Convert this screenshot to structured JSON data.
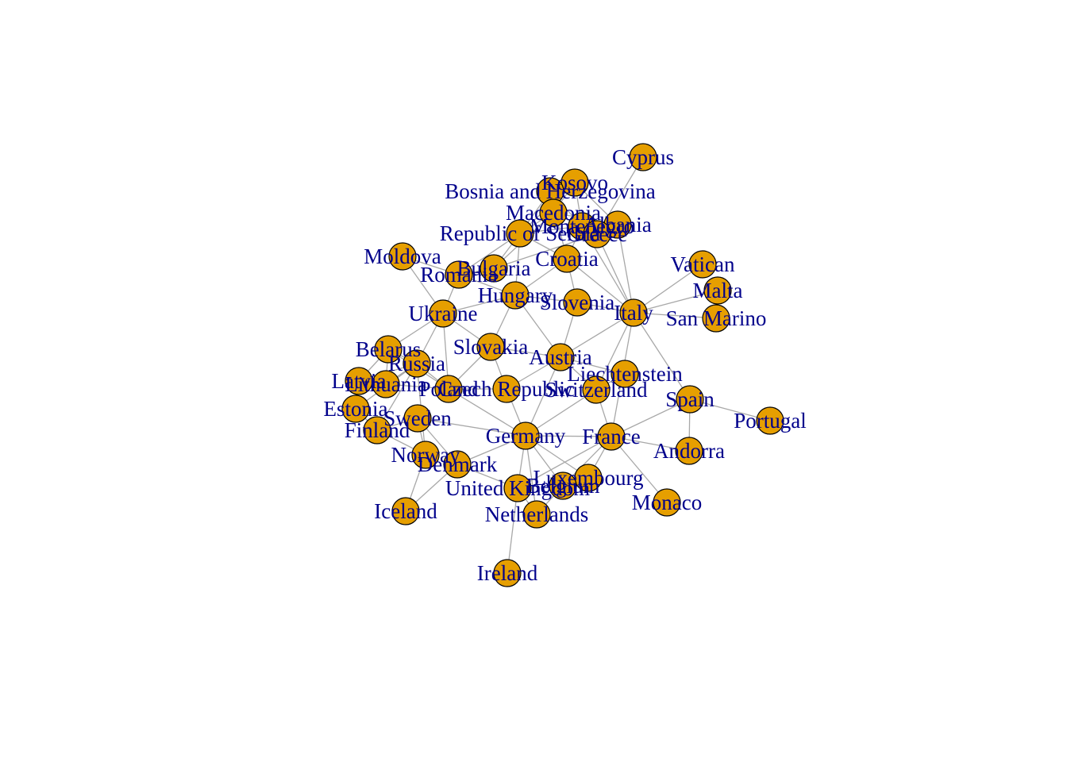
{
  "diagram": {
    "type": "network",
    "colors": {
      "node_fill": "#e69f00",
      "node_stroke": "#000000",
      "edge": "#a8a8a8",
      "label": "#00008b"
    },
    "nodes": [
      {
        "id": "Cyprus",
        "label": "Cyprus"
      },
      {
        "id": "Kosovo",
        "label": "Kosovo"
      },
      {
        "id": "Bosnia and Herzegovina",
        "label": "Bosnia and Herzegovina"
      },
      {
        "id": "Macedonia",
        "label": "Macedonia"
      },
      {
        "id": "Montenegro",
        "label": "Montenegro"
      },
      {
        "id": "Albania",
        "label": "Albania"
      },
      {
        "id": "Greece",
        "label": "Greece"
      },
      {
        "id": "Republic of Serbia",
        "label": "Republic of Serbia"
      },
      {
        "id": "Moldova",
        "label": "Moldova"
      },
      {
        "id": "Croatia",
        "label": "Croatia"
      },
      {
        "id": "Bulgaria",
        "label": "Bulgaria"
      },
      {
        "id": "Romania",
        "label": "Romania"
      },
      {
        "id": "Vatican",
        "label": "Vatican"
      },
      {
        "id": "Malta",
        "label": "Malta"
      },
      {
        "id": "Hungary",
        "label": "Hungary"
      },
      {
        "id": "Slovenia",
        "label": "Slovenia"
      },
      {
        "id": "Italy",
        "label": "Italy"
      },
      {
        "id": "San Marino",
        "label": "San Marino"
      },
      {
        "id": "Ukraine",
        "label": "Ukraine"
      },
      {
        "id": "Slovakia",
        "label": "Slovakia"
      },
      {
        "id": "Belarus",
        "label": "Belarus"
      },
      {
        "id": "Austria",
        "label": "Austria"
      },
      {
        "id": "Russia",
        "label": "Russia"
      },
      {
        "id": "Liechtenstein",
        "label": "Liechtenstein"
      },
      {
        "id": "Latvia",
        "label": "Latvia"
      },
      {
        "id": "Lithuania",
        "label": "Lithuania"
      },
      {
        "id": "Poland",
        "label": "Poland"
      },
      {
        "id": "Czech Republic",
        "label": "Czech Republic"
      },
      {
        "id": "Switzerland",
        "label": "Switzerland"
      },
      {
        "id": "Spain",
        "label": "Spain"
      },
      {
        "id": "Estonia",
        "label": "Estonia"
      },
      {
        "id": "Portugal",
        "label": "Portugal"
      },
      {
        "id": "Sweden",
        "label": "Sweden"
      },
      {
        "id": "Finland",
        "label": "Finland"
      },
      {
        "id": "Germany",
        "label": "Germany"
      },
      {
        "id": "France",
        "label": "France"
      },
      {
        "id": "Andorra",
        "label": "Andorra"
      },
      {
        "id": "Norway",
        "label": "Norway"
      },
      {
        "id": "Denmark",
        "label": "Denmark"
      },
      {
        "id": "Luxembourg",
        "label": "Luxembourg"
      },
      {
        "id": "Belgium",
        "label": "Belgium"
      },
      {
        "id": "United Kingdom",
        "label": "United Kingdom"
      },
      {
        "id": "Monaco",
        "label": "Monaco"
      },
      {
        "id": "Iceland",
        "label": "Iceland"
      },
      {
        "id": "Netherlands",
        "label": "Netherlands"
      },
      {
        "id": "Ireland",
        "label": "Ireland"
      }
    ],
    "edges": [
      [
        "Cyprus",
        "Greece"
      ],
      [
        "Greece",
        "Albania"
      ],
      [
        "Greece",
        "Macedonia"
      ],
      [
        "Greece",
        "Bulgaria"
      ],
      [
        "Greece",
        "Italy"
      ],
      [
        "Albania",
        "Montenegro"
      ],
      [
        "Albania",
        "Macedonia"
      ],
      [
        "Albania",
        "Kosovo"
      ],
      [
        "Albania",
        "Italy"
      ],
      [
        "Kosovo",
        "Montenegro"
      ],
      [
        "Kosovo",
        "Republic of Serbia"
      ],
      [
        "Kosovo",
        "Macedonia"
      ],
      [
        "Macedonia",
        "Republic of Serbia"
      ],
      [
        "Macedonia",
        "Bulgaria"
      ],
      [
        "Montenegro",
        "Bosnia and Herzegovina"
      ],
      [
        "Montenegro",
        "Croatia"
      ],
      [
        "Montenegro",
        "Republic of Serbia"
      ],
      [
        "Montenegro",
        "Italy"
      ],
      [
        "Bosnia and Herzegovina",
        "Croatia"
      ],
      [
        "Bosnia and Herzegovina",
        "Republic of Serbia"
      ],
      [
        "Republic of Serbia",
        "Croatia"
      ],
      [
        "Republic of Serbia",
        "Hungary"
      ],
      [
        "Republic of Serbia",
        "Romania"
      ],
      [
        "Republic of Serbia",
        "Bulgaria"
      ],
      [
        "Croatia",
        "Slovenia"
      ],
      [
        "Croatia",
        "Hungary"
      ],
      [
        "Croatia",
        "Italy"
      ],
      [
        "Bulgaria",
        "Romania"
      ],
      [
        "Romania",
        "Moldova"
      ],
      [
        "Romania",
        "Ukraine"
      ],
      [
        "Romania",
        "Hungary"
      ],
      [
        "Moldova",
        "Ukraine"
      ],
      [
        "Hungary",
        "Slovakia"
      ],
      [
        "Hungary",
        "Austria"
      ],
      [
        "Hungary",
        "Slovenia"
      ],
      [
        "Hungary",
        "Ukraine"
      ],
      [
        "Slovenia",
        "Austria"
      ],
      [
        "Slovenia",
        "Italy"
      ],
      [
        "Italy",
        "Vatican"
      ],
      [
        "Italy",
        "San Marino"
      ],
      [
        "Italy",
        "Malta"
      ],
      [
        "Italy",
        "Austria"
      ],
      [
        "Italy",
        "Switzerland"
      ],
      [
        "Italy",
        "France"
      ],
      [
        "Italy",
        "Spain"
      ],
      [
        "Ukraine",
        "Slovakia"
      ],
      [
        "Ukraine",
        "Poland"
      ],
      [
        "Ukraine",
        "Belarus"
      ],
      [
        "Ukraine",
        "Russia"
      ],
      [
        "Slovakia",
        "Poland"
      ],
      [
        "Slovakia",
        "Czech Republic"
      ],
      [
        "Slovakia",
        "Austria"
      ],
      [
        "Belarus",
        "Russia"
      ],
      [
        "Belarus",
        "Poland"
      ],
      [
        "Belarus",
        "Lithuania"
      ],
      [
        "Belarus",
        "Latvia"
      ],
      [
        "Russia",
        "Latvia"
      ],
      [
        "Russia",
        "Estonia"
      ],
      [
        "Russia",
        "Finland"
      ],
      [
        "Russia",
        "Lithuania"
      ],
      [
        "Russia",
        "Poland"
      ],
      [
        "Russia",
        "Norway"
      ],
      [
        "Latvia",
        "Lithuania"
      ],
      [
        "Latvia",
        "Estonia"
      ],
      [
        "Lithuania",
        "Poland"
      ],
      [
        "Estonia",
        "Finland"
      ],
      [
        "Finland",
        "Sweden"
      ],
      [
        "Finland",
        "Norway"
      ],
      [
        "Sweden",
        "Norway"
      ],
      [
        "Sweden",
        "Denmark"
      ],
      [
        "Norway",
        "Iceland"
      ],
      [
        "Denmark",
        "Iceland"
      ],
      [
        "Poland",
        "Czech Republic"
      ],
      [
        "Poland",
        "Germany"
      ],
      [
        "Czech Republic",
        "Germany"
      ],
      [
        "Czech Republic",
        "Austria"
      ],
      [
        "Austria",
        "Germany"
      ],
      [
        "Austria",
        "Switzerland"
      ],
      [
        "Austria",
        "Liechtenstein"
      ],
      [
        "Liechtenstein",
        "Switzerland"
      ],
      [
        "Switzerland",
        "Germany"
      ],
      [
        "Switzerland",
        "France"
      ],
      [
        "Germany",
        "France"
      ],
      [
        "Germany",
        "Denmark"
      ],
      [
        "Germany",
        "Netherlands"
      ],
      [
        "Germany",
        "Belgium"
      ],
      [
        "Germany",
        "Luxembourg"
      ],
      [
        "Germany",
        "United Kingdom"
      ],
      [
        "Germany",
        "Sweden"
      ],
      [
        "France",
        "Spain"
      ],
      [
        "France",
        "Andorra"
      ],
      [
        "France",
        "Monaco"
      ],
      [
        "France",
        "Belgium"
      ],
      [
        "France",
        "Luxembourg"
      ],
      [
        "France",
        "United Kingdom"
      ],
      [
        "Spain",
        "Andorra"
      ],
      [
        "Spain",
        "Portugal"
      ],
      [
        "Belgium",
        "Netherlands"
      ],
      [
        "Belgium",
        "Luxembourg"
      ],
      [
        "United Kingdom",
        "Ireland"
      ],
      [
        "United Kingdom",
        "Netherlands"
      ],
      [
        "United Kingdom",
        "Denmark"
      ]
    ]
  }
}
